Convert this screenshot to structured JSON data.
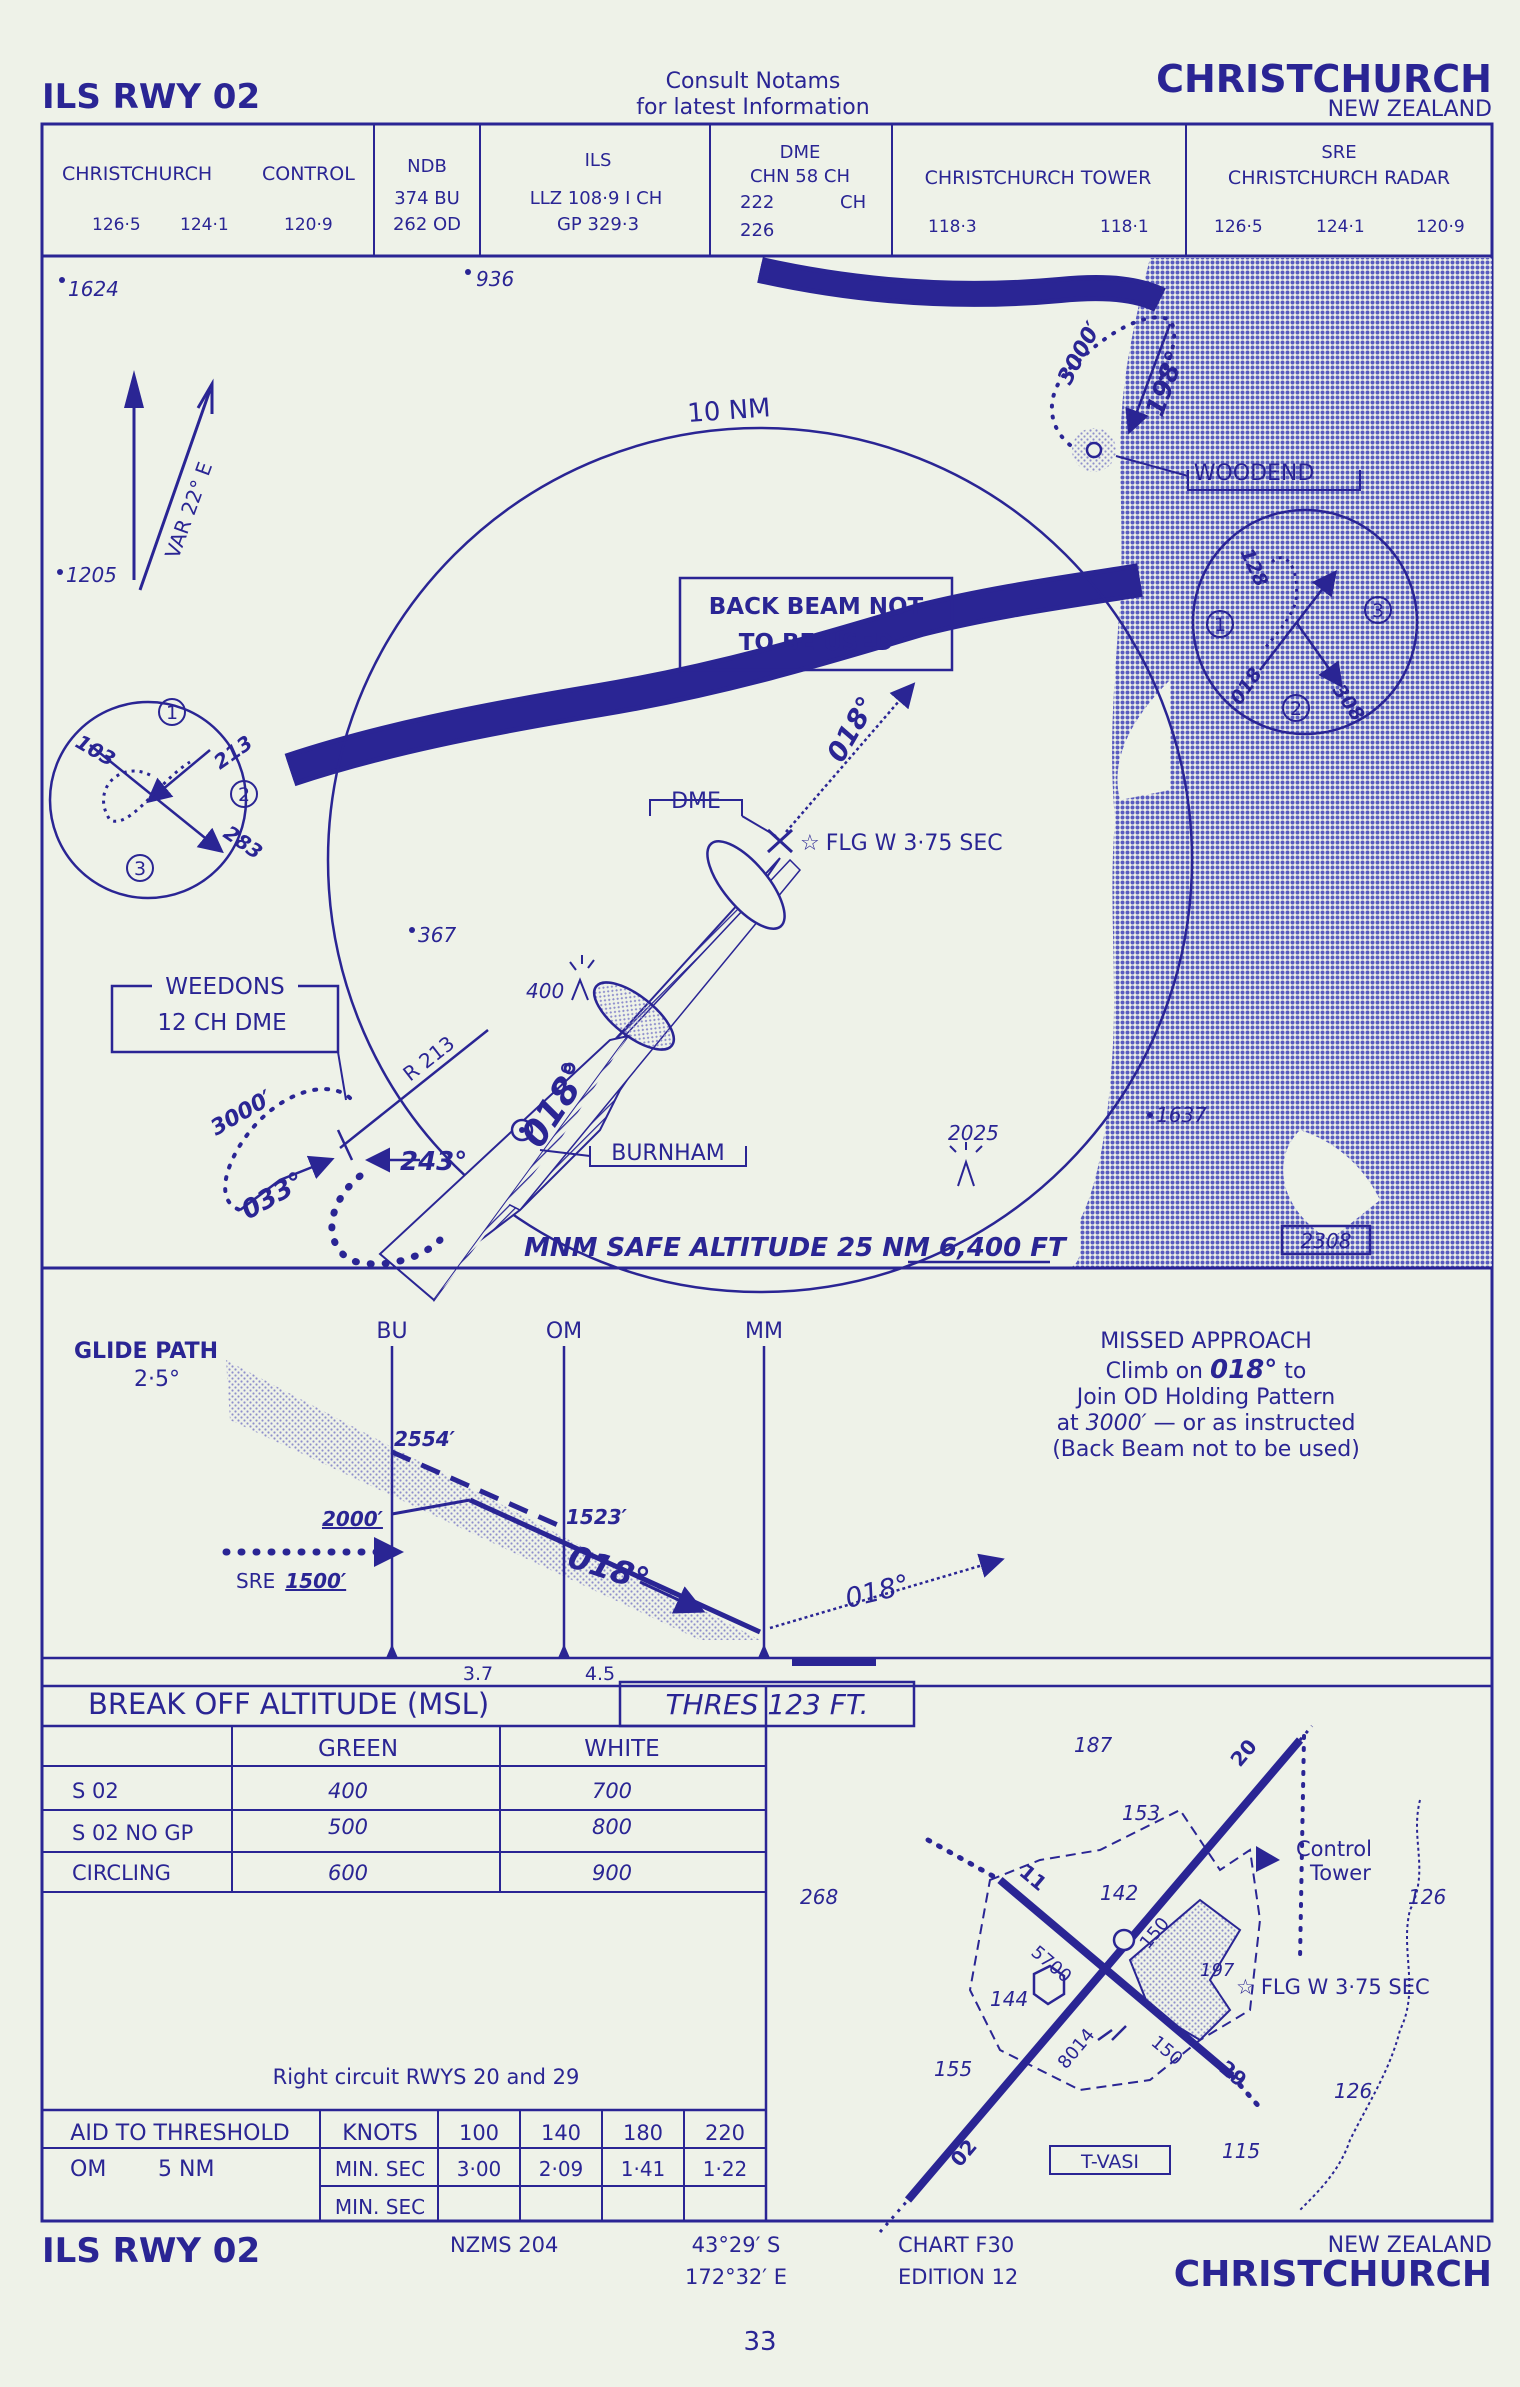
{
  "header": {
    "title": "ILS RWY 02",
    "notam_line1": "Consult Notams",
    "notam_line2": "for latest Information",
    "city": "CHRISTCHURCH",
    "country": "NEW ZEALAND"
  },
  "freq": {
    "control_name": "CHRISTCHURCH",
    "control_label": "CONTROL",
    "control_f1": "126·5",
    "control_f2": "124·1",
    "control_f3": "120·9",
    "ndb_label": "NDB",
    "ndb_1": "374 BU",
    "ndb_2": "262 OD",
    "ils_label": "ILS",
    "ils_llz": "LLZ 108·9 I CH",
    "ils_gp": "GP 329·3",
    "dme_label": "DME",
    "dme_1": "CHN 58 CH",
    "dme_2a": "222",
    "dme_2b": "CH",
    "dme_3": "226",
    "tower_label": "CHRISTCHURCH TOWER",
    "tower_f1": "118·3",
    "tower_f2": "118·1",
    "sre_label1": "SRE",
    "sre_label2": "CHRISTCHURCH RADAR",
    "sre_f1": "126·5",
    "sre_f2": "124·1",
    "sre_f3": "120·9"
  },
  "plan": {
    "elev_1624": "1624",
    "elev_936": "936",
    "elev_1205": "1205",
    "elev_367": "367",
    "elev_400": "400",
    "elev_2025": "2025",
    "elev_1637": "1637",
    "elev_2308": "2308",
    "var": "VAR 22° E",
    "range_ring": "10 NM",
    "back_beam_1": "BACK BEAM NOT",
    "back_beam_2": "TO BE USED",
    "hdg_018_top": "018°",
    "dme_box": "DME",
    "flg_light": "FLG W 3·75 SEC",
    "weedons_1": "WEEDONS",
    "weedons_2": "12 CH DME",
    "radial": "R 213",
    "alt_3000_left": "3000′",
    "hdg_033": "033°",
    "hdg_243": "243°",
    "hdg_018_final": "018°",
    "burnham": "BURNHAM",
    "woodend": "WOODEND",
    "alt_3000_right": "3000′",
    "hdg_198": "198°",
    "msa": "MNM SAFE ALTITUDE 25 NM  6,400 FT",
    "hold_left": {
      "n1": "1",
      "n2": "2",
      "n3": "3",
      "h1": "103",
      "h2": "213",
      "h3": "283"
    },
    "hold_right": {
      "n1": "1",
      "n2": "2",
      "n3": "3",
      "h1": "128",
      "h2": "018",
      "h3": "308"
    }
  },
  "profile": {
    "glide_path_1": "GLIDE PATH",
    "glide_path_2": "2·5°",
    "bu": "BU",
    "om": "OM",
    "mm": "MM",
    "alt_2554": "2554′",
    "alt_2000": "2000′",
    "alt_1523": "1523′",
    "sre_label": "SRE",
    "sre_alt": "1500′",
    "hdg_018_profile": "018°",
    "hdg_018_missed": "018°",
    "dist_1": "3.7",
    "dist_2": "4.5",
    "missed_title": "MISSED APPROACH",
    "missed_l1a": "Climb on",
    "missed_l1b": "018°",
    "missed_l1c": "to",
    "missed_l2": "Join OD Holding Pattern",
    "missed_l3a": "at",
    "missed_l3b": "3000′",
    "missed_l3c": "— or as instructed",
    "missed_l4": "(Back Beam not to be used)"
  },
  "minima": {
    "title": "BREAK OFF ALTITUDE (MSL)",
    "thres": "THRES 123  FT.",
    "col_green": "GREEN",
    "col_white": "WHITE",
    "rows": [
      {
        "label": "S 02",
        "green": "400",
        "white": "700"
      },
      {
        "label": "S 02  NO GP",
        "green": "500",
        "white": "800"
      },
      {
        "label": "CIRCLING",
        "green": "600",
        "white": "900"
      }
    ],
    "circuit": "Right circuit  RWYS 20 and 29"
  },
  "timing": {
    "h_aid": "AID TO THRESHOLD",
    "h_knots": "KNOTS",
    "speeds": [
      "100",
      "140",
      "180",
      "220"
    ],
    "om_label": "OM",
    "om_dist": "5 NM",
    "minsec": "MIN. SEC",
    "times": [
      "3·00",
      "2·09",
      "1·41",
      "1·22"
    ],
    "minsec2": "MIN. SEC"
  },
  "aerodrome": {
    "e187": "187",
    "e153": "153",
    "e142": "142",
    "e268": "268",
    "e144": "144",
    "e155": "155",
    "e115": "115",
    "e126a": "126",
    "e126b": "126",
    "e197": "197",
    "rwy_02": "02",
    "rwy_20": "20",
    "rwy_29": "29",
    "rwy_11": "11",
    "rwy_150a": "150",
    "rwy_150b": "150",
    "len_5700": "5700",
    "len_8014": "8014",
    "tower_1": "Control",
    "tower_2": "Tower",
    "flg": "FLG W 3·75 SEC",
    "vasi": "T-VASI"
  },
  "footer": {
    "title": "ILS RWY 02",
    "map": "NZMS 204",
    "lat": "43°29′ S",
    "lon": "172°32′ E",
    "chart": "CHART F30",
    "edition": "EDITION 12",
    "country": "NEW ZEALAND",
    "city": "CHRISTCHURCH",
    "page": "33"
  },
  "colors": {
    "ink": "#2a2594",
    "paper": "#eef2e8",
    "sea": "#8b8fd4"
  }
}
